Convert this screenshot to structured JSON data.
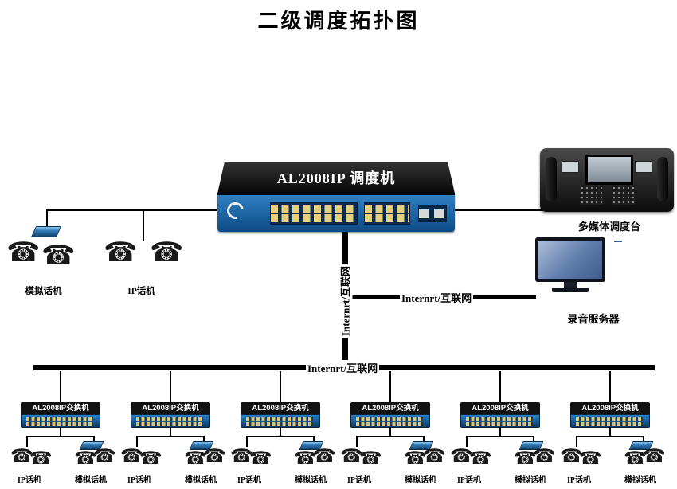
{
  "title": "二级调度拓扑图",
  "core_switch": {
    "label": "AL2008IP 调度机"
  },
  "console": {
    "label": "多媒体调度台"
  },
  "server": {
    "label": "录音服务器"
  },
  "network_labels": {
    "vertical": "Internrt/互联网",
    "to_server": "Internrt/互联网",
    "bus": "Internrt/互联网"
  },
  "top_cluster": {
    "analog_label": "模拟话机",
    "ip_label": "IP话机"
  },
  "clusters": [
    {
      "switch_label": "AL2008IP交换机",
      "ip_label": "IP话机",
      "analog_label": "模拟话机"
    },
    {
      "switch_label": "AL2008IP交换机",
      "ip_label": "IP话机",
      "analog_label": "模拟话机"
    },
    {
      "switch_label": "AL2008IP交换机",
      "ip_label": "IP话机",
      "analog_label": "模拟话机"
    },
    {
      "switch_label": "AL2008IP交换机",
      "ip_label": "IP话机",
      "analog_label": "模拟话机"
    },
    {
      "switch_label": "AL2008IP交换机",
      "ip_label": "IP话机",
      "analog_label": "模拟话机"
    },
    {
      "switch_label": "AL2008IP交换机",
      "ip_label": "IP话机",
      "analog_label": "模拟话机"
    }
  ],
  "icons": {
    "phone": "☎"
  },
  "colors": {
    "line": "#000000",
    "switch_panel": "#1565ae",
    "port_yellow": "#e6cf7e",
    "device_black": "#121212",
    "screen_blue": "#5f7cab"
  }
}
